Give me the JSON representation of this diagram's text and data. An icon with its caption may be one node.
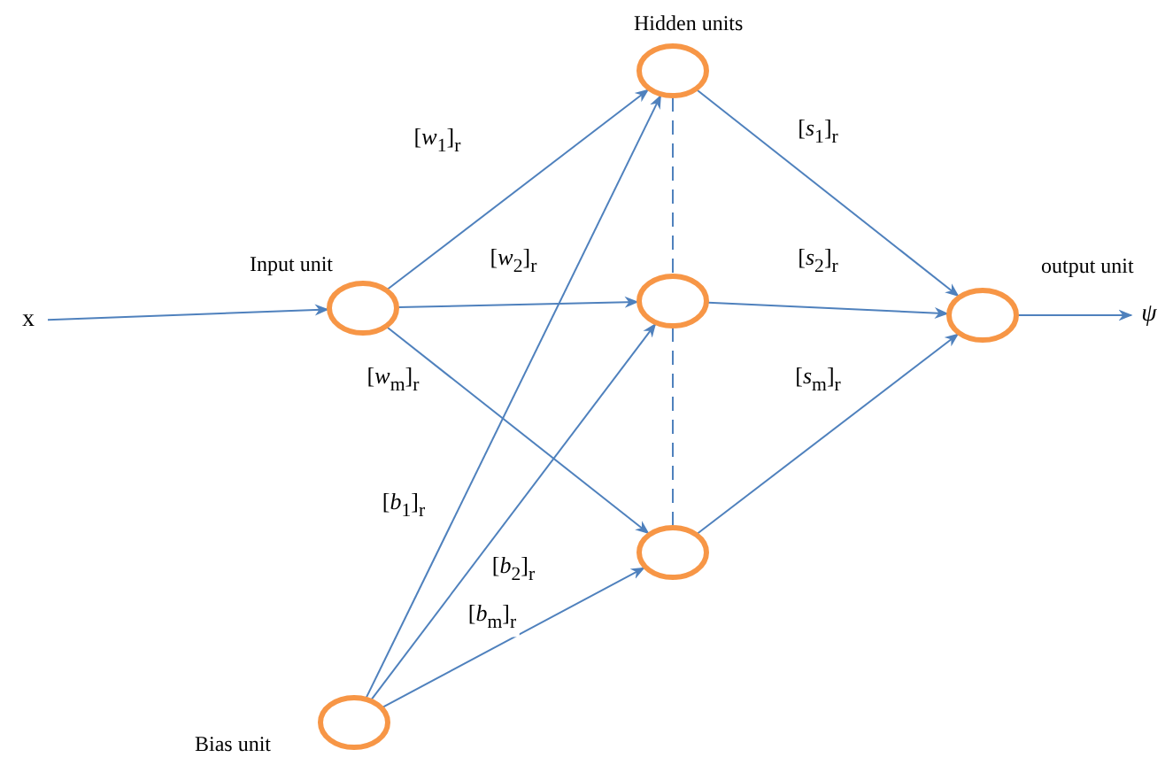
{
  "diagram": {
    "nodes": [
      {
        "text": [
          "x"
        ]
      },
      {
        "text": [
          "Input unit"
        ]
      },
      {
        "text": [
          "Hidden units"
        ]
      },
      {
        "text": [],
        "shape": "circle"
      },
      {
        "text": [],
        "shape": "circle"
      },
      {
        "text": [
          "output unit"
        ]
      },
      {
        "text": [
          "ψ"
        ]
      },
      {
        "text": [
          "Bias unit"
        ]
      }
    ],
    "edges": [
      {
        "from": 0,
        "to": 1,
        "arrow": "to"
      },
      {
        "from": 1,
        "to": 2,
        "arrow": "to",
        "label": "[*w*$_{1}$]$_{r}$"
      },
      {
        "from": 1,
        "to": 3,
        "arrow": "to",
        "label": "[*w*$_{2}$]$_{r}$"
      },
      {
        "from": 1,
        "to": 4,
        "arrow": "to",
        "label": "[*w*$_{m}$]$_{r}$"
      },
      {
        "from": 7,
        "to": 2,
        "arrow": "to",
        "label": "[*b*$_{1}$]$_{r}$"
      },
      {
        "from": 7,
        "to": 3,
        "arrow": "to",
        "label": "[*b*$_{2}$]$_{r}$"
      },
      {
        "from": 7,
        "to": 4,
        "arrow": "to",
        "label": "[*b*$_{m}$]$_{r}$"
      },
      {
        "from": 2,
        "to": 5,
        "arrow": "to",
        "label": "[*s*$_{1}$]$_{r}$"
      },
      {
        "from": 3,
        "to": 5,
        "arrow": "to",
        "label": "[*s*$_{2}$]$_{r}$"
      },
      {
        "from": 4,
        "to": 5,
        "arrow": "to",
        "label": "[*s*$_{m}$]$_{r}$"
      },
      {
        "from": 5,
        "to": 6,
        "arrow": "to"
      },
      {
        "from": 2,
        "to": 3,
        "arrow": "none",
        "style": "dashed"
      },
      {
        "from": 3,
        "to": 4,
        "arrow": "none",
        "style": "dashed"
      }
    ]
  }
}
